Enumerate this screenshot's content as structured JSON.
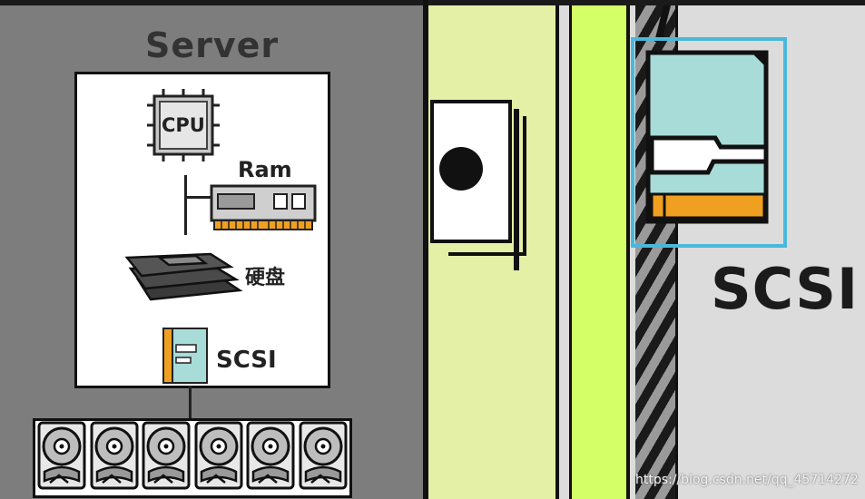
{
  "server": {
    "title": "Server",
    "cpu_label": "CPU",
    "ram_label": "Ram",
    "disk_label": "硬盘",
    "scsi_label": "SCSI"
  },
  "zoom": {
    "scsi_label": "SCSI"
  },
  "watermark": "https://blog.csdn.net/qq_45714272",
  "colors": {
    "panel_gray": "#7d7d7d",
    "card_light_green": "#e3f0a6",
    "rail_green": "#d4ff66",
    "scsi_teal": "#a8dcd8",
    "scsi_orange": "#f0a020",
    "highlight_blue": "#49b8dc"
  },
  "disk_count": 6
}
